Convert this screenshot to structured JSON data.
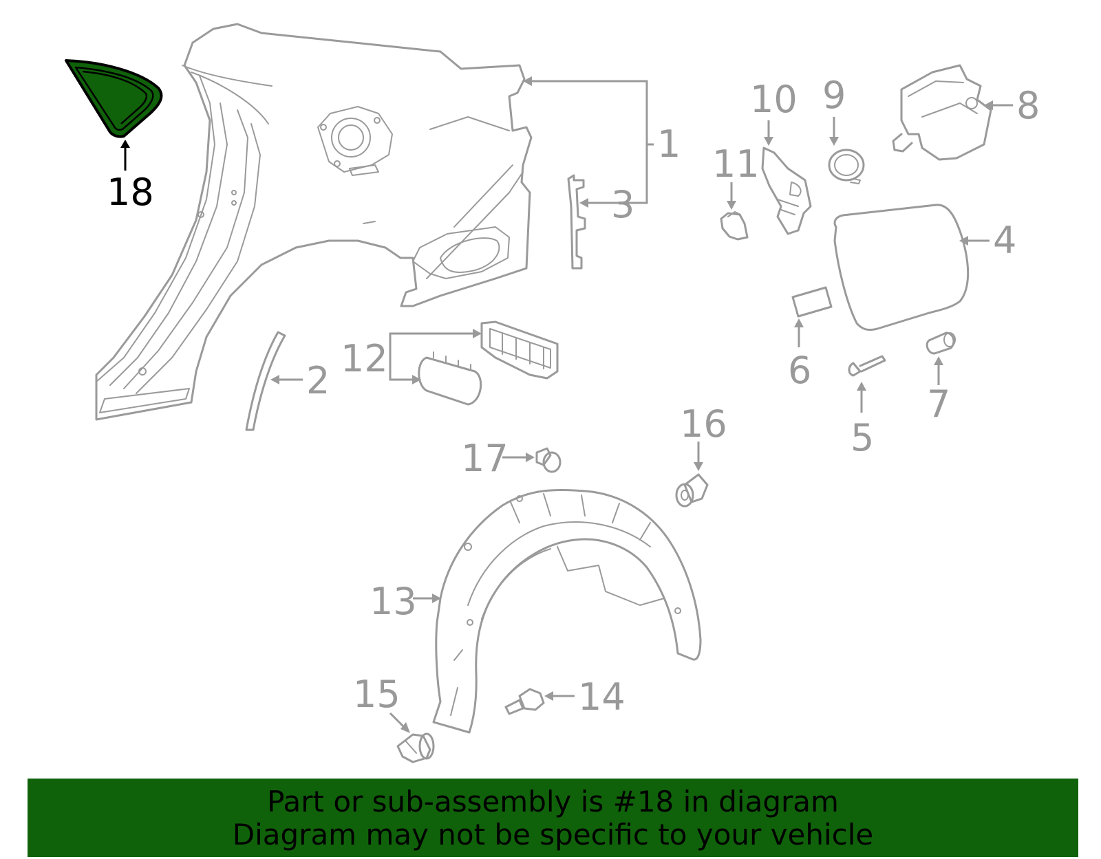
{
  "highlight": {
    "part_number": "18",
    "color": "#10620a"
  },
  "callouts": {
    "c1": "1",
    "c2": "2",
    "c3": "3",
    "c4": "4",
    "c5": "5",
    "c6": "6",
    "c7": "7",
    "c8": "8",
    "c9": "9",
    "c10": "10",
    "c11": "11",
    "c12": "12",
    "c13": "13",
    "c14": "14",
    "c15": "15",
    "c16": "16",
    "c17": "17",
    "c18": "18"
  },
  "banner": {
    "line1": "Part or sub-assembly is #18 in diagram",
    "line2": "Diagram may not be specific to your vehicle",
    "color": "#10620a"
  },
  "colors": {
    "line": "#9a9a9a",
    "highlight_outline": "#000000"
  }
}
